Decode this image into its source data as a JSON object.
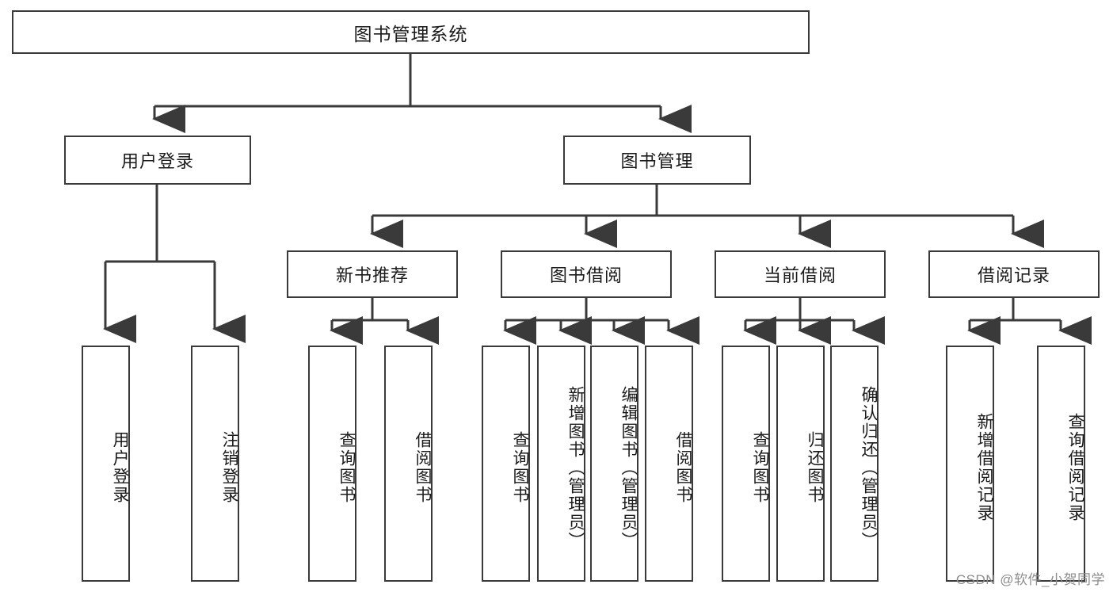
{
  "diagram": {
    "type": "tree-hierarchy-chart",
    "title": "图书管理系统",
    "watermark": "CSDN @软件_小贺同学",
    "colors": {
      "box_border": "#3a3a3a",
      "box_fill": "#ffffff",
      "connector": "#3a3a3a",
      "text": "#1b1b1b",
      "watermark": "#8d8d8d"
    },
    "nodes": {
      "root": {
        "label": "图书管理系统",
        "level": 1,
        "orientation": "horizontal"
      },
      "l2": [
        {
          "id": "user-login",
          "label": "用户登录",
          "level": 2,
          "orientation": "horizontal"
        },
        {
          "id": "book-manage",
          "label": "图书管理",
          "level": 2,
          "orientation": "horizontal"
        }
      ],
      "l3": [
        {
          "id": "new-book-recommend",
          "label": "新书推荐",
          "level": 3,
          "orientation": "horizontal"
        },
        {
          "id": "book-borrow",
          "label": "图书借阅",
          "level": 3,
          "orientation": "horizontal"
        },
        {
          "id": "current-borrow",
          "label": "当前借阅",
          "level": 3,
          "orientation": "horizontal"
        },
        {
          "id": "borrow-record",
          "label": "借阅记录",
          "level": 3,
          "orientation": "horizontal"
        }
      ],
      "leaves": [
        {
          "id": "leaf-user-login",
          "label": "用户登录",
          "parent": "user-login",
          "orientation": "vertical"
        },
        {
          "id": "leaf-logout-login",
          "label": "注销登录",
          "parent": "user-login",
          "orientation": "vertical"
        },
        {
          "id": "leaf-query-book-1",
          "label": "查询图书",
          "parent": "new-book-recommend",
          "orientation": "vertical"
        },
        {
          "id": "leaf-borrow-book-1",
          "label": "借阅图书",
          "parent": "new-book-recommend",
          "orientation": "vertical"
        },
        {
          "id": "leaf-query-book-2",
          "label": "查询图书",
          "parent": "book-borrow",
          "orientation": "vertical"
        },
        {
          "id": "leaf-add-book-admin",
          "label": "新增图书（管理员）",
          "parent": "book-borrow",
          "orientation": "vertical"
        },
        {
          "id": "leaf-edit-book-admin",
          "label": "编辑图书（管理员）",
          "parent": "book-borrow",
          "orientation": "vertical"
        },
        {
          "id": "leaf-borrow-book-2",
          "label": "借阅图书",
          "parent": "book-borrow",
          "orientation": "vertical"
        },
        {
          "id": "leaf-query-book-3",
          "label": "查询图书",
          "parent": "current-borrow",
          "orientation": "vertical"
        },
        {
          "id": "leaf-return-book",
          "label": "归还图书",
          "parent": "current-borrow",
          "orientation": "vertical"
        },
        {
          "id": "leaf-confirm-return-admin",
          "label": "确认归还（管理员）",
          "parent": "current-borrow",
          "orientation": "vertical"
        },
        {
          "id": "leaf-add-borrow-record",
          "label": "新增借阅记录",
          "parent": "borrow-record",
          "orientation": "vertical"
        },
        {
          "id": "leaf-query-borrow-record",
          "label": "查询借阅记录",
          "parent": "borrow-record",
          "orientation": "vertical"
        }
      ]
    }
  }
}
